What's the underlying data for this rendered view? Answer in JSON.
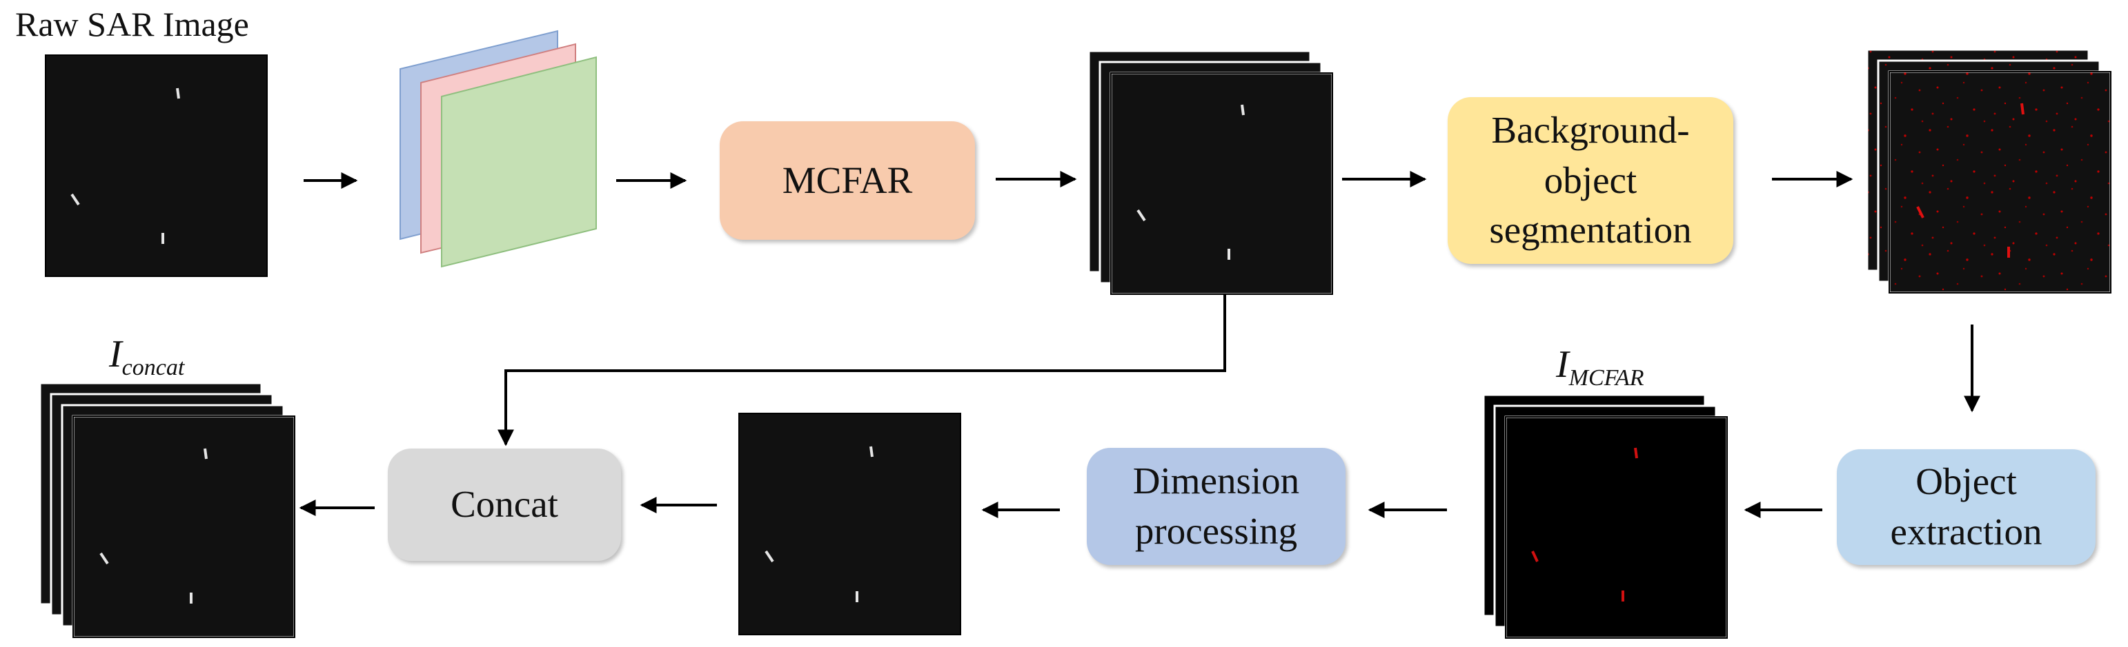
{
  "labels": {
    "raw_sar": "Raw SAR Image",
    "i_concat_base": "I",
    "i_concat_sub": "concat",
    "i_mcfar_base": "I",
    "i_mcfar_sub": "MCFAR"
  },
  "boxes": {
    "mcfar": "MCFAR",
    "segmentation": [
      "Background-",
      "object",
      "segmentation"
    ],
    "object_extraction": [
      "Object",
      "extraction"
    ],
    "dimension_processing": [
      "Dimension",
      "processing"
    ],
    "concat": "Concat"
  },
  "colors": {
    "mcfar": "#f8cbad",
    "segmentation": "#ffe699",
    "object_extraction": "#bdd7ee",
    "dimension_processing": "#b4c7e7",
    "concat": "#d9d9d9",
    "channel_blue": "#b4c7e7",
    "channel_red": "#f8cbcb",
    "channel_green": "#c5e0b4",
    "sar_background": "#111111",
    "segmentation_noise": "#c00000"
  }
}
